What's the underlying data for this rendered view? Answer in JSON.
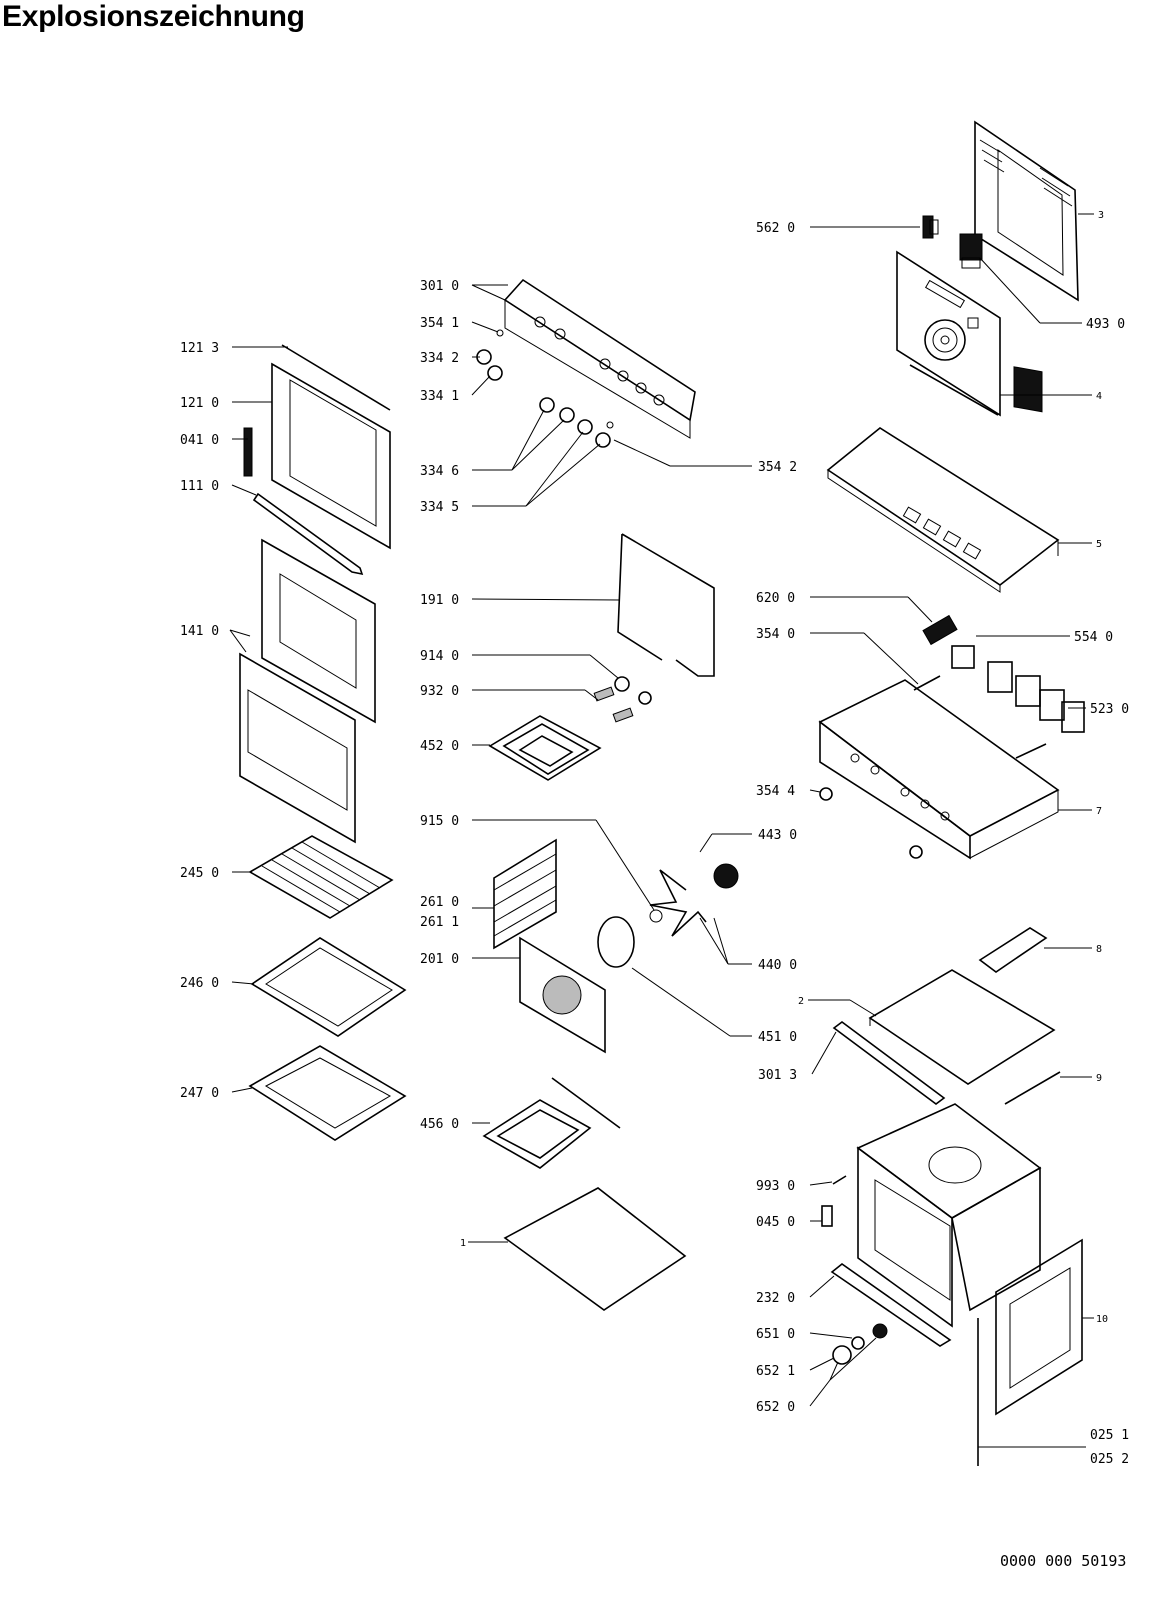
{
  "title": "Explosionszeichnung",
  "document_number": "0000 000 50193",
  "callouts": [
    "562 0",
    "301 0",
    "354 1",
    "334 2",
    "334 1",
    "121 3",
    "121 0",
    "041 0",
    "334 6",
    "334 5",
    "354 2",
    "111 0",
    "191 0",
    "141 0",
    "620 0",
    "354 0",
    "914 0",
    "932 0",
    "452 0",
    "354 4",
    "915 0",
    "443 0",
    "245 0",
    "261 0",
    "261 1",
    "201 0",
    "440 0",
    "246 0",
    "451 0",
    "301 3",
    "247 0",
    "456 0",
    "993 0",
    "045 0",
    "232 0",
    "651 0",
    "652 1",
    "652 0",
    "493 0",
    "554 0",
    "523 0",
    "025 1",
    "025 2"
  ],
  "small_callouts": [
    "3",
    "4",
    "5",
    "7",
    "8",
    "2",
    "9",
    "1",
    "10"
  ]
}
